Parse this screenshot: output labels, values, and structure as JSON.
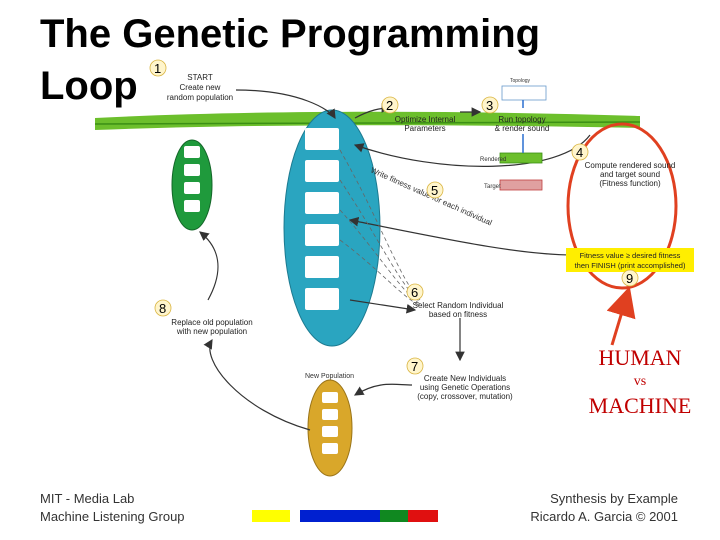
{
  "slide": {
    "title": "The Genetic Programming\nLoop"
  },
  "steps": [
    {
      "number": "1",
      "label_lines": [
        "START",
        "Create new",
        "random population"
      ]
    },
    {
      "number": "2",
      "label_lines": [
        "Optimize Internal",
        "Parameters"
      ]
    },
    {
      "number": "3",
      "label_lines": [
        "Run topology",
        "& render sound"
      ]
    },
    {
      "number": "4",
      "label_lines": [
        "Compute rendered sound",
        "and target sound",
        "(Fitness function)"
      ]
    },
    {
      "number": "5",
      "label_lines": [
        "Write fitness value for each individual"
      ]
    },
    {
      "number": "6",
      "label_lines": [
        "Select Random Individual",
        "based on fitness"
      ]
    },
    {
      "number": "7",
      "label_lines": [
        "Create New Individuals",
        "using Genetic Operations",
        "(copy, crossover, mutation)"
      ]
    },
    {
      "number": "8",
      "label_lines": [
        "Replace old population",
        "with new population"
      ]
    },
    {
      "number": "9",
      "label_lines": [
        "Fitness value ≥ desired fitness",
        "then FINISH (print accomplished)"
      ]
    }
  ],
  "labels": {
    "new_population": "New Population",
    "rendered": "Rendered",
    "target": "Target",
    "topology": "Topology"
  },
  "comparison": {
    "top": "HUMAN",
    "middle": "vs",
    "bottom": "MACHINE"
  },
  "footer": {
    "left_line1": "MIT - Media Lab",
    "left_line2": "Machine Listening Group",
    "right_line1": "Synthesis by Example",
    "right_line2": "Ricardo A. Garcia © 2001"
  },
  "colors": {
    "green_band": "#6cbf2c",
    "population_green": "#1f9a3c",
    "population_teal": "#2aa5c0",
    "population_gold": "#d9a72a",
    "highlight_yellow": "#ffee00",
    "human_red": "#c00000",
    "oval_red": "#e04020",
    "bar_yellow": "#ffff00",
    "bar_blue": "#0020d0",
    "bar_green": "#108820",
    "bar_red": "#e01010"
  }
}
